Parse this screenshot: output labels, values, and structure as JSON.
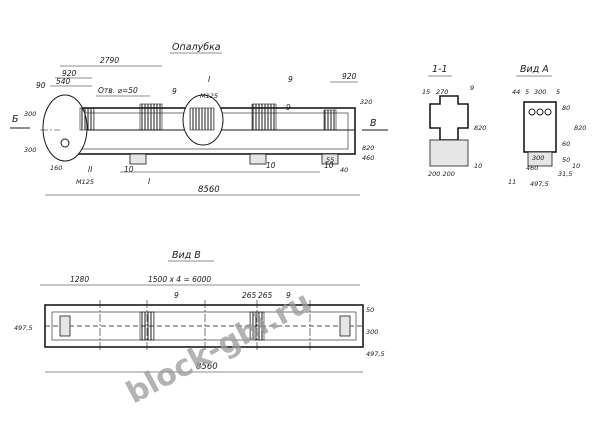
{
  "top_view": {
    "title": "Опалубка",
    "section_label": "1-1",
    "view_a_label": "Вид А",
    "mark_i": "I",
    "arrow_b": "Б",
    "arrow_v": "В",
    "dims": {
      "d2790": "2790",
      "d920_left": "920",
      "d540": "540",
      "d90": "90",
      "d920_right": "920",
      "d8560": "8560",
      "d300a": "300",
      "d300b": "300",
      "d160": "160",
      "d820": "820",
      "d460": "460",
      "d55": "55",
      "d40": "40",
      "d320": "320"
    },
    "labels": {
      "hole": "Отв. ⌀=50",
      "pos9_a": "9",
      "pos9_b": "9",
      "pos9_c": "9",
      "m8125_top": "М125",
      "m8125_left": "М125",
      "pos10_a": "10",
      "pos10_b": "10",
      "pos10_c": "10",
      "pos2": "II",
      "pos1": "I"
    }
  },
  "section": {
    "d15": "15",
    "d270": "270",
    "d9": "9",
    "d820": "820",
    "d200_200": "200 200",
    "d10": "10"
  },
  "view_a": {
    "d44": "44",
    "d5a": "5",
    "d300": "300",
    "d5b": "5",
    "d80": "80",
    "d820": "820",
    "d60": "60",
    "d300b": "300",
    "d460": "460",
    "d315": "31,5",
    "d4975": "497,5",
    "d11": "11",
    "d50": "50",
    "d10": "10"
  },
  "bottom_view": {
    "title": "Вид В",
    "dims": {
      "d1280": "1280",
      "d1500": "1500 х 4 = 6000",
      "d265a": "265",
      "d265b": "265",
      "d8560": "8560",
      "d4975_left": "497,5",
      "d4975_right": "497,5",
      "d300": "300",
      "d50": "50"
    },
    "labels": {
      "pos9_a": "9",
      "pos9_b": "9"
    }
  },
  "watermark": "block-gbi.ru"
}
